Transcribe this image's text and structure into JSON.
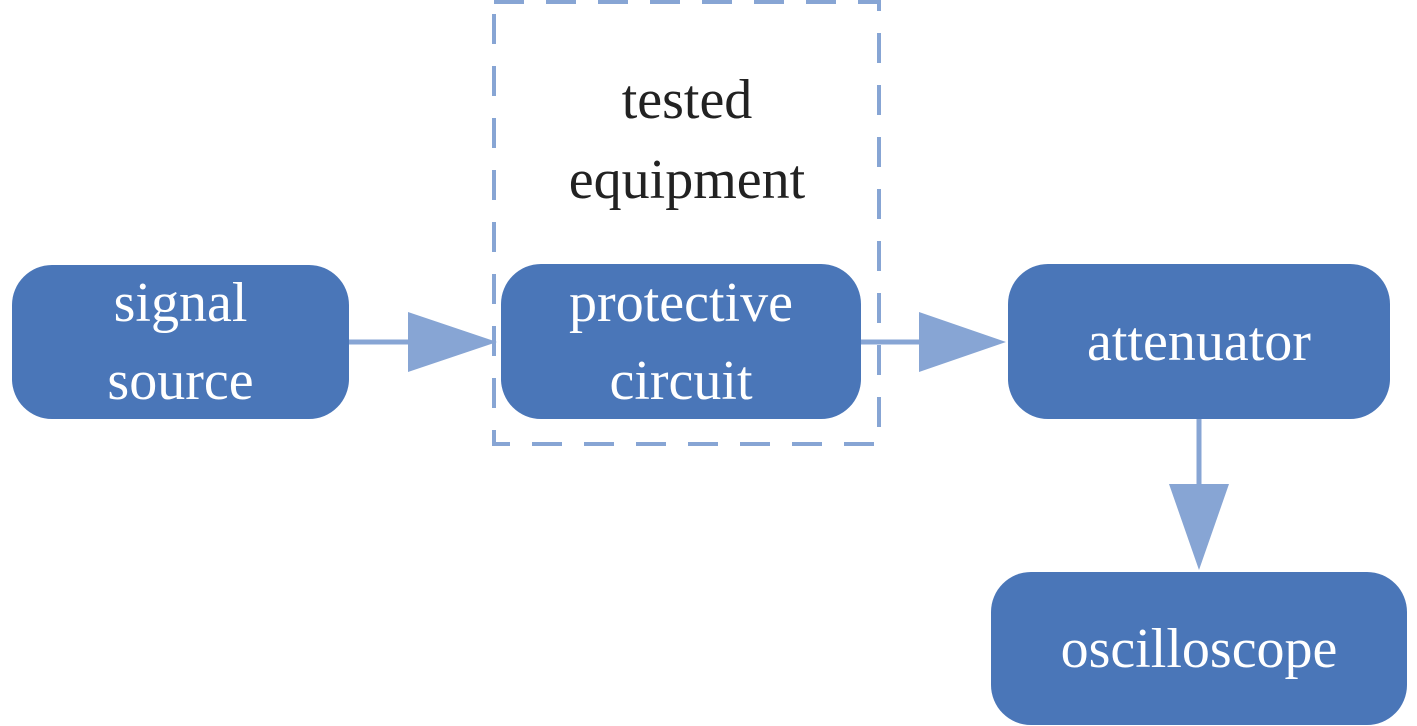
{
  "diagram": {
    "group": {
      "label_lines": [
        "tested",
        "equipment"
      ]
    },
    "nodes": {
      "signal_source": {
        "lines": [
          "signal",
          "source"
        ]
      },
      "protective_circuit": {
        "lines": [
          "protective",
          "circuit"
        ]
      },
      "attenuator": {
        "lines": [
          "attenuator"
        ]
      },
      "oscilloscope": {
        "lines": [
          "oscilloscope"
        ]
      }
    },
    "colors": {
      "node_fill": "#4a76b8",
      "node_text": "#ffffff",
      "arrow": "#87a5d4",
      "dashed_border": "#87a5d4",
      "group_text": "#222222"
    }
  }
}
